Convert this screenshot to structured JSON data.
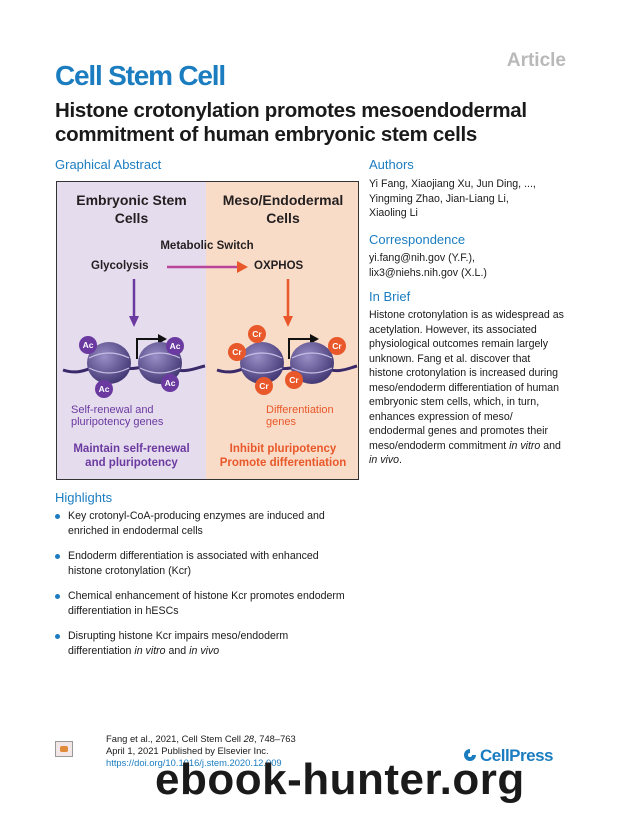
{
  "header": {
    "article_tag": "Article",
    "journal": "Cell Stem Cell",
    "title_line1": "Histone crotonylation promotes mesoendodermal",
    "title_line2": "commitment of human embryonic stem cells"
  },
  "graphical_abstract": {
    "heading": "Graphical Abstract",
    "left_title_1": "Embryonic Stem",
    "left_title_2": "Cells",
    "right_title_1": "Meso/Endodermal",
    "right_title_2": "Cells",
    "switch_label": "Metabolic Switch",
    "glycolysis": "Glycolysis",
    "oxphos": "OXPHOS",
    "ac_mark": "Ac",
    "cr_mark": "Cr",
    "left_genes_1": "Self-renewal and",
    "left_genes_2": "pluripotency genes",
    "right_genes_1": "Differentiation",
    "right_genes_2": "genes",
    "left_outcome_1": "Maintain self-renewal",
    "left_outcome_2": "and pluripotency",
    "right_outcome_1": "Inhibit pluripotency",
    "right_outcome_2": "Promote differentiation",
    "colors": {
      "purple": "#6b3aa0",
      "orange": "#e8582a",
      "left_bg": "#e5dcee",
      "right_bg": "#f9dcc8"
    }
  },
  "authors": {
    "heading": "Authors",
    "line1": "Yi Fang, Xiaojiang Xu, Jun Ding, ...,",
    "line2": "Yingming Zhao, Jian-Liang Li,",
    "line3": "Xiaoling Li"
  },
  "correspondence": {
    "heading": "Correspondence",
    "line1": "yi.fang@nih.gov (Y.F.),",
    "line2": "lix3@niehs.nih.gov (X.L.)"
  },
  "in_brief": {
    "heading": "In Brief",
    "lines": [
      "Histone crotonylation is as widespread as",
      "acetylation. However, its associated",
      "physiological outcomes remain largely",
      "unknown. Fang et al. discover that",
      "histone crotonylation is increased during",
      "meso/endoderm differentiation of human",
      "embryonic stem cells, which, in turn,",
      "enhances expression of meso/",
      "endodermal genes and promotes their"
    ],
    "line10_a": "meso/endoderm commitment ",
    "line10_b": "in vitro",
    "line10_c": " and",
    "line11_a": "in vivo",
    "line11_b": "."
  },
  "highlights": {
    "heading": "Highlights",
    "item1_l1": "Key crotonyl-CoA-producing enzymes are induced and",
    "item1_l2": "enriched in endodermal cells",
    "item2_l1": "Endoderm differentiation is associated with enhanced",
    "item2_l2": "histone crotonylation (Kcr)",
    "item3_l1": "Chemical enhancement of histone Kcr promotes endoderm",
    "item3_l2": "differentiation in hESCs",
    "item4_l1": "Disrupting histone Kcr impairs meso/endoderm",
    "item4_l2a": "differentiation ",
    "item4_l2b": "in vitro",
    "item4_l2c": " and ",
    "item4_l2d": "in vivo"
  },
  "footer": {
    "cite_a": "Fang et al., 2021, Cell Stem Cell ",
    "cite_vol": "28",
    "cite_b": ", 748–763",
    "date_line": "April 1, 2021 Published by Elsevier Inc.",
    "doi": "https://doi.org/10.1016/j.stem.2020.12.009",
    "publisher": "CellPress",
    "watermark": "ebook-hunter.org"
  }
}
